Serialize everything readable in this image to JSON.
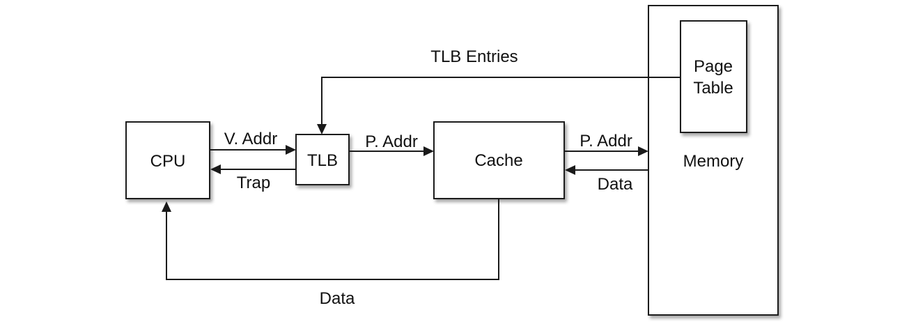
{
  "nodes": {
    "cpu": "CPU",
    "tlb": "TLB",
    "cache": "Cache",
    "memory": "Memory",
    "page_table_line1": "Page",
    "page_table_line2": "Table"
  },
  "edges": {
    "tlb_entries": "TLB Entries",
    "cpu_to_tlb": "V. Addr",
    "tlb_to_cpu": "Trap",
    "tlb_to_cache": "P. Addr",
    "cache_to_memory": "P. Addr",
    "memory_to_cache": "Data",
    "cache_to_cpu": "Data"
  },
  "colors": {
    "stroke": "#1a1a1a",
    "background": "#ffffff"
  }
}
